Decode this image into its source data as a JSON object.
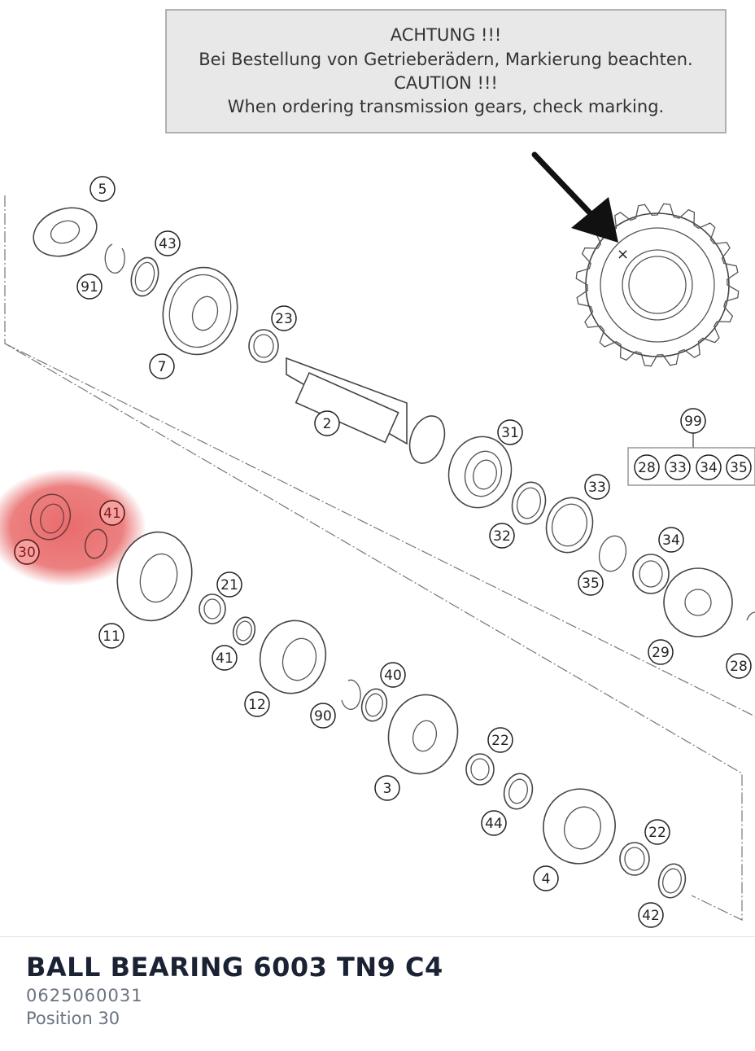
{
  "caution_box": {
    "line1": "ACHTUNG !!!",
    "line2": "Bei Bestellung von Getrieberädern, Markierung beachten.",
    "line3": "CAUTION !!!",
    "line4": "When ordering transmission gears, check marking."
  },
  "positions": {
    "p5": "5",
    "p43": "43",
    "p91": "91",
    "p7": "7",
    "p23": "23",
    "p2": "2",
    "p31": "31",
    "p99": "99",
    "p28k": "28",
    "p33k": "33",
    "p34k": "34",
    "p35k": "35",
    "p33": "33",
    "p32": "32",
    "p34": "34",
    "p35": "35",
    "p29": "29",
    "p28": "28",
    "p41a": "41",
    "p30": "30",
    "p21": "21",
    "p11": "11",
    "p41b": "41",
    "p12": "12",
    "p90": "90",
    "p40": "40",
    "p3": "3",
    "p22a": "22",
    "p44": "44",
    "p4": "4",
    "p22b": "22",
    "p42": "42"
  },
  "highlight": {
    "positions": [
      "30",
      "41"
    ],
    "color": "#e23b3b"
  },
  "selected_part": {
    "name": "BALL BEARING 6003 TN9 C4",
    "number": "0625060031",
    "position": "Position 30"
  }
}
